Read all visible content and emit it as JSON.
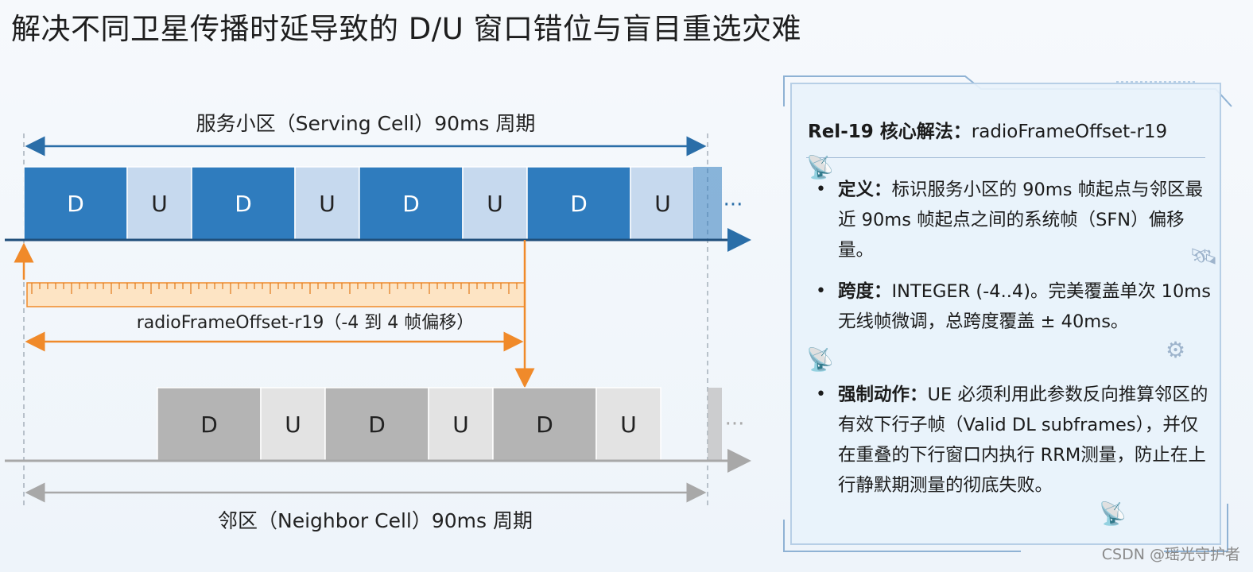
{
  "title": "解决不同卫星传播时延导致的 D/U 窗口错位与盲目重选灾难",
  "serving": {
    "label": "服务小区（Serving Cell）90ms 周期",
    "blocks": [
      {
        "type": "D"
      },
      {
        "type": "U"
      },
      {
        "type": "D"
      },
      {
        "type": "U"
      },
      {
        "type": "D"
      },
      {
        "type": "U"
      },
      {
        "type": "D"
      },
      {
        "type": "U"
      }
    ],
    "ellipsis": "···"
  },
  "offset": {
    "label": "radioFrameOffset-r19（-4 到 4 帧偏移）"
  },
  "neighbor": {
    "label": "邻区（Neighbor Cell）90ms 周期",
    "blocks": [
      {
        "type": "D"
      },
      {
        "type": "U"
      },
      {
        "type": "D"
      },
      {
        "type": "U"
      },
      {
        "type": "D"
      },
      {
        "type": "U"
      }
    ],
    "ellipsis": "···"
  },
  "panel": {
    "heading_bold": "Rel-19 核心解法：",
    "heading_rest": "radioFrameOffset-r19",
    "bullets": [
      {
        "term": "定义：",
        "text": "标识服务小区的 90ms 帧起点与邻区最近 90ms 帧起点之间的系统帧（SFN）偏移量。"
      },
      {
        "term": "跨度：",
        "text": "INTEGER (-4..4)。完美覆盖单次 10ms 无线帧微调，总跨度覆盖 ± 40ms。"
      },
      {
        "term": "强制动作：",
        "text": "UE 必须利用此参数反向推算邻区的有效下行子帧（Valid DL subframes），并仅在重叠的下行窗口内执行 RRM测量，防止在上行静默期测量的彻底失败。"
      }
    ],
    "icons": [
      "satellite-dish-icon",
      "satellite-icon",
      "satellite-dish-icon",
      "gears-icon",
      "satellite-dish-icon"
    ]
  },
  "watermark": "CSDN @瑶光守护者",
  "colors": {
    "serving_d": "#2f7cbe",
    "serving_u": "#c6d9ee",
    "neighbor_d": "#b4b4b4",
    "neighbor_u": "#e3e3e3",
    "offset": "#f08a2a",
    "axis": "#1f4e7a"
  }
}
